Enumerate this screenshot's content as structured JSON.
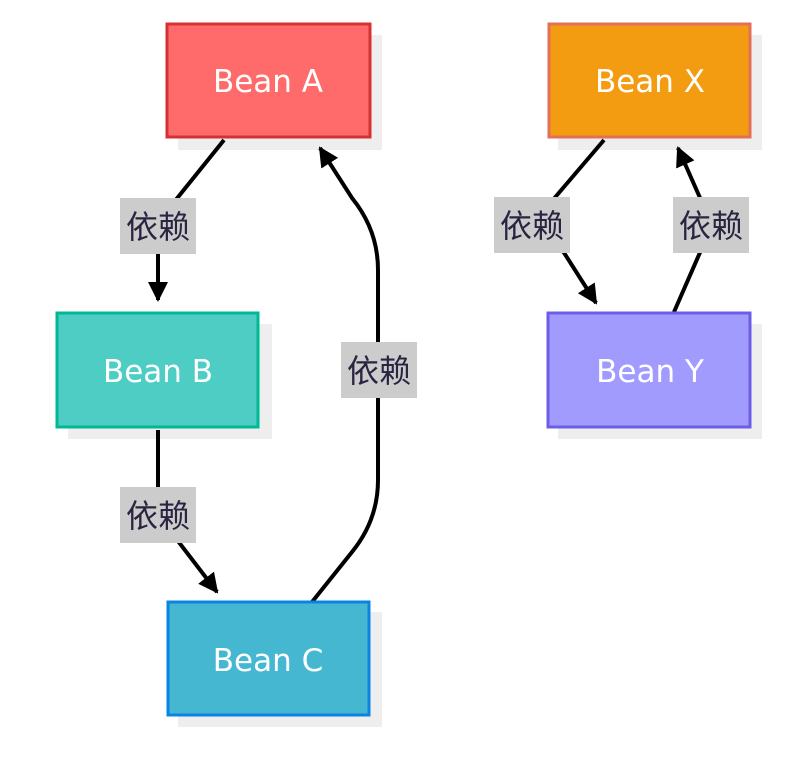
{
  "diagram": {
    "type": "flowchart",
    "nodes": [
      {
        "id": "A",
        "label": "Bean A",
        "fill": "#ff6b6b",
        "stroke": "#d63031"
      },
      {
        "id": "B",
        "label": "Bean B",
        "fill": "#4ecdc4",
        "stroke": "#00b894"
      },
      {
        "id": "C",
        "label": "Bean C",
        "fill": "#45b7d1",
        "stroke": "#0984e3"
      },
      {
        "id": "X",
        "label": "Bean X",
        "fill": "#f39c12",
        "stroke": "#e17055"
      },
      {
        "id": "Y",
        "label": "Bean Y",
        "fill": "#a29bfe",
        "stroke": "#6c5ce7"
      }
    ],
    "edges": [
      {
        "from": "A",
        "to": "B",
        "label": "依赖"
      },
      {
        "from": "B",
        "to": "C",
        "label": "依赖"
      },
      {
        "from": "C",
        "to": "A",
        "label": "依赖"
      },
      {
        "from": "X",
        "to": "Y",
        "label": "依赖"
      },
      {
        "from": "Y",
        "to": "X",
        "label": "依赖"
      }
    ],
    "edge_label_bg": "#cccccc",
    "edge_color": "#000000",
    "shadow_color": "#eeeeee"
  }
}
